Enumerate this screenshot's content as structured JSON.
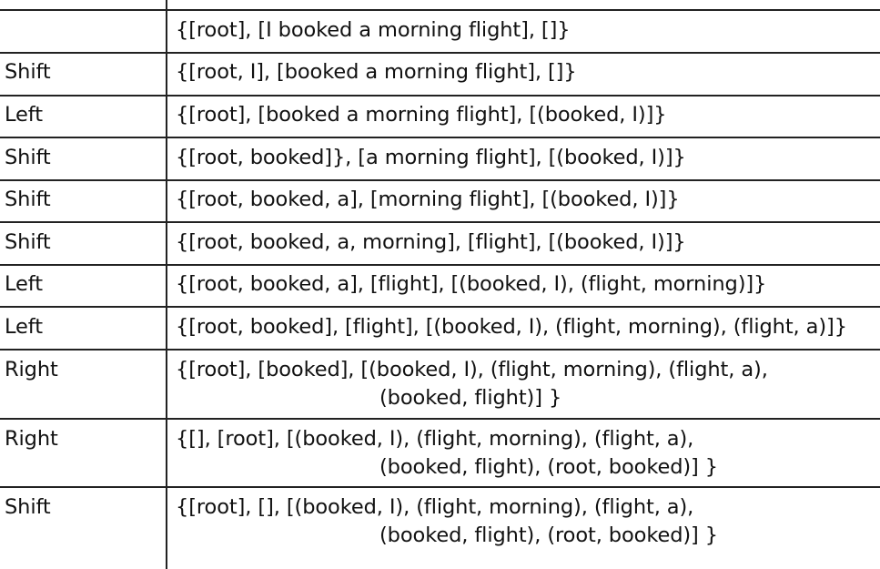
{
  "table": {
    "rows": [
      {
        "action": "",
        "state": [
          "{[root], [I booked a morning flight], []}"
        ]
      },
      {
        "action": "Shift",
        "state": [
          "{[root, I], [booked a morning flight], []}"
        ]
      },
      {
        "action": "Left",
        "state": [
          "{[root], [booked a morning flight], [(booked, I)]}"
        ]
      },
      {
        "action": "Shift",
        "state": [
          "{[root, booked]}, [a morning flight], [(booked, I)]}"
        ]
      },
      {
        "action": "Shift",
        "state": [
          "{[root, booked, a], [morning flight], [(booked, I)]}"
        ]
      },
      {
        "action": "Shift",
        "state": [
          "{[root, booked, a, morning], [flight], [(booked, I)]}"
        ]
      },
      {
        "action": "Left",
        "state": [
          "{[root, booked, a], [flight], [(booked, I), (flight, morning)]}"
        ]
      },
      {
        "action": "Left",
        "state": [
          "{[root, booked], [flight], [(booked, I), (flight, morning), (flight, a)]}"
        ]
      },
      {
        "action": "Right",
        "state": [
          "{[root], [booked], [(booked, I), (flight, morning), (flight, a),",
          "(booked, flight)] }"
        ]
      },
      {
        "action": "Right",
        "state": [
          "{[], [root], [(booked, I), (flight, morning), (flight, a),",
          "(booked, flight), (root, booked)] }"
        ]
      },
      {
        "action": "Shift",
        "state": [
          "{[root], [], [(booked, I), (flight, morning), (flight, a),",
          "(booked, flight), (root, booked)] }"
        ]
      }
    ]
  }
}
